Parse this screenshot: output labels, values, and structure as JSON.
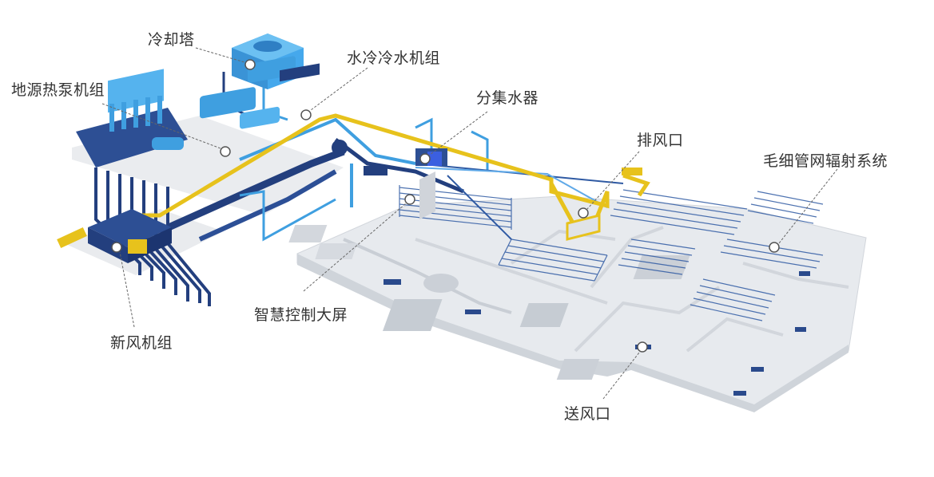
{
  "labels": {
    "cooling_tower": "冷却塔",
    "water_chiller": "水冷冷水机组",
    "ground_source_heat_pump": "地源热泵机组",
    "water_distributor": "分集水器",
    "exhaust_vent": "排风口",
    "capillary_radiant": "毛细管网辐射系统",
    "smart_control_screen": "智慧控制大屏",
    "fresh_air_unit": "新风机组",
    "supply_vent": "送风口"
  },
  "colors": {
    "pipe_dark": "#233f7e",
    "pipe_light": "#3f9fe0",
    "pipe_yellow": "#e7c21c",
    "equipment_blue": "#45a8ec",
    "floor": "#eef0f3",
    "leader": "#666666"
  }
}
